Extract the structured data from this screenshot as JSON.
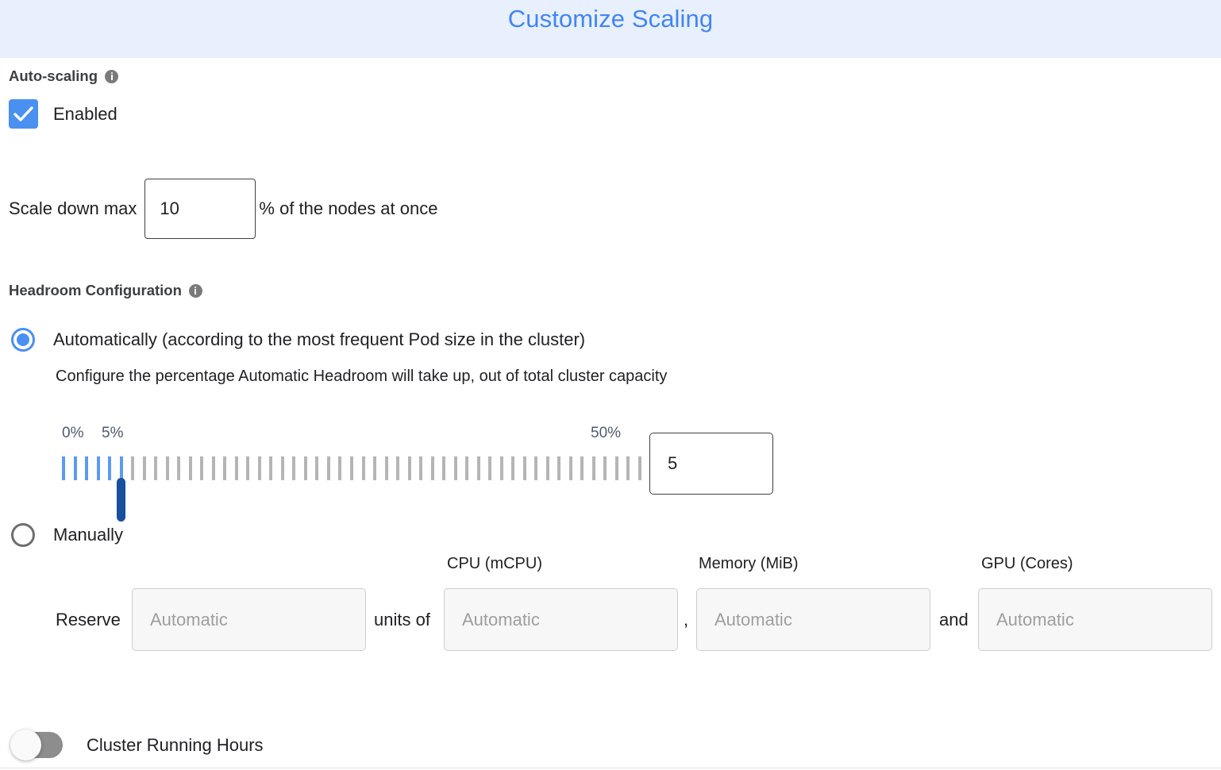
{
  "header": {
    "title": "Customize Scaling",
    "background_color": "#e8f0fe",
    "title_color": "#4285f4"
  },
  "autoscaling": {
    "section_label": "Auto-scaling",
    "info_icon": "info-icon",
    "checkbox": {
      "label": "Enabled",
      "checked": true,
      "color": "#4a90f0"
    },
    "scale_down": {
      "prefix_label": "Scale down max",
      "value": "10",
      "suffix_label": "% of the nodes at once"
    }
  },
  "headroom": {
    "section_label": "Headroom Configuration",
    "info_icon": "info-icon",
    "options": [
      {
        "id": "automatic",
        "label": "Automatically (according to the most frequent Pod size in the cluster)",
        "selected": true,
        "description": "Configure the percentage Automatic Headroom will take up, out of total cluster capacity"
      },
      {
        "id": "manual",
        "label": "Manually",
        "selected": false
      }
    ],
    "slider": {
      "min_label": "0%",
      "max_label": "50%",
      "current_label": "5%",
      "min": 0,
      "max": 50,
      "value": 5,
      "tick_count": 51,
      "filled_color": "#5b9bf0",
      "unfilled_color": "#b5b5b5",
      "thumb_color": "#16509e",
      "value_input": "5"
    },
    "manual_fields": {
      "reserve_label": "Reserve",
      "units_of_label": "units of",
      "comma_label": ",",
      "and_label": "and",
      "columns": [
        {
          "header": "",
          "placeholder": "Automatic"
        },
        {
          "header": "CPU (mCPU)",
          "placeholder": "Automatic"
        },
        {
          "header": "Memory (MiB)",
          "placeholder": "Automatic"
        },
        {
          "header": "GPU (Cores)",
          "placeholder": "Automatic"
        }
      ]
    }
  },
  "cluster_running_hours": {
    "label": "Cluster Running Hours",
    "enabled": false
  }
}
